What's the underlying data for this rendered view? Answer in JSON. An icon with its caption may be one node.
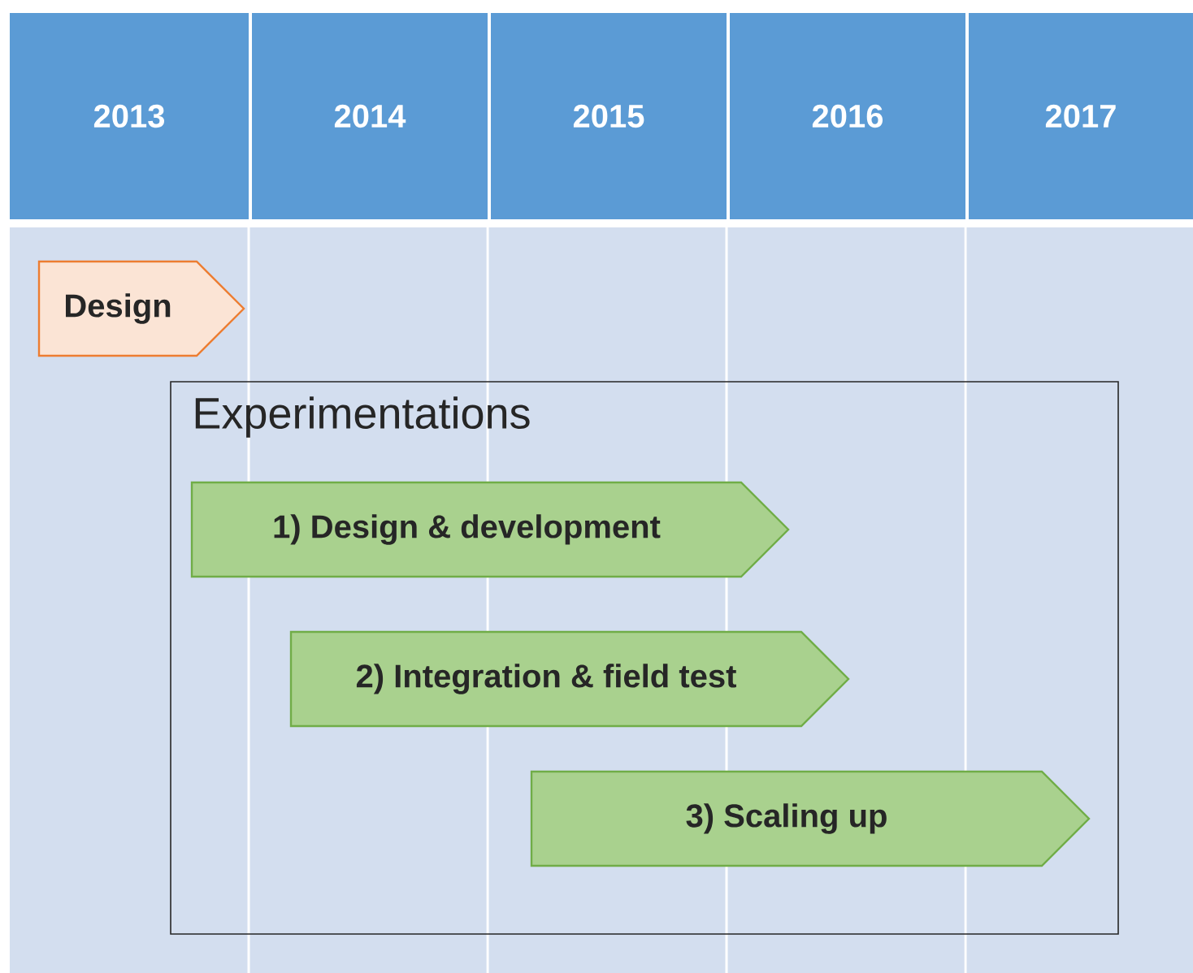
{
  "diagram": {
    "nodes": [
      {
        "text": [
          "2013"
        ]
      },
      {
        "text": [
          "2014"
        ]
      },
      {
        "text": [
          "2015"
        ]
      },
      {
        "text": [
          "2016"
        ]
      },
      {
        "text": [
          "2017"
        ]
      },
      {
        "text": [
          "Design"
        ]
      },
      {
        "text": [
          "Experimentations"
        ]
      },
      {
        "text": [
          "1) Design & development"
        ],
        "in": 6
      },
      {
        "text": [
          "2) Integration & field test"
        ],
        "in": 6
      },
      {
        "text": [
          "3) Scaling up"
        ],
        "in": 6
      }
    ]
  }
}
